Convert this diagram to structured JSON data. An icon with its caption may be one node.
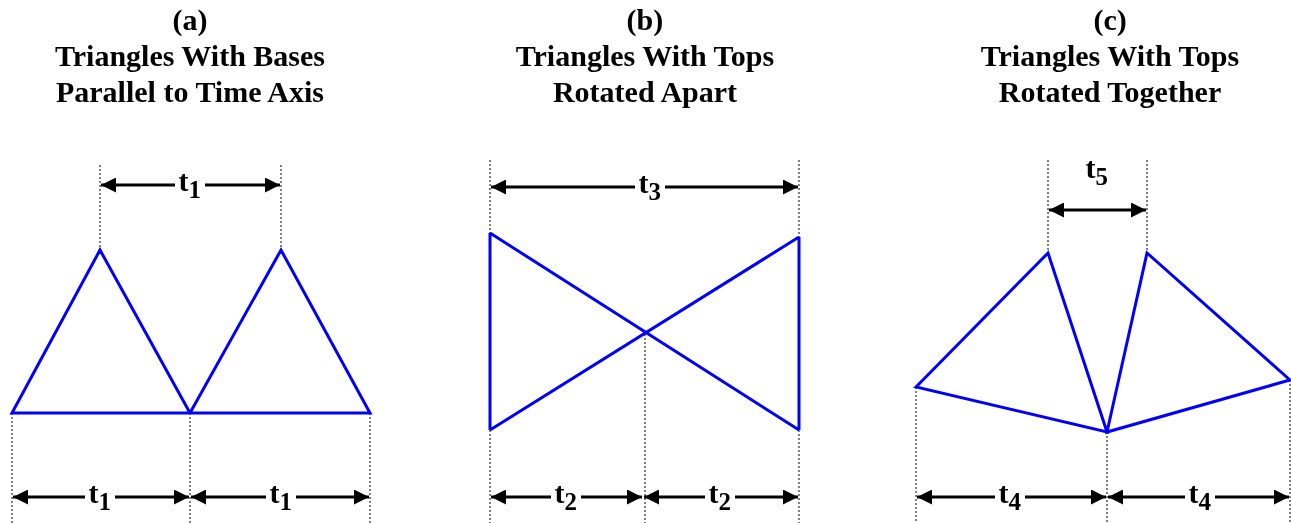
{
  "diagram": {
    "labels": [
      "(a)",
      "Triangles With Bases Parallel to Time Axis",
      "(b)",
      "Triangles With Tops Rotated Apart",
      "(c)",
      "Triangles With Tops Rotated Together",
      "t$_{1}$",
      "t$_{3}$",
      "t$_{5}$",
      "t$_{1}$",
      "t$_{1}$",
      "t$_{2}$",
      "t$_{2}$",
      "t$_{4}$",
      "t$_{4}$"
    ]
  }
}
